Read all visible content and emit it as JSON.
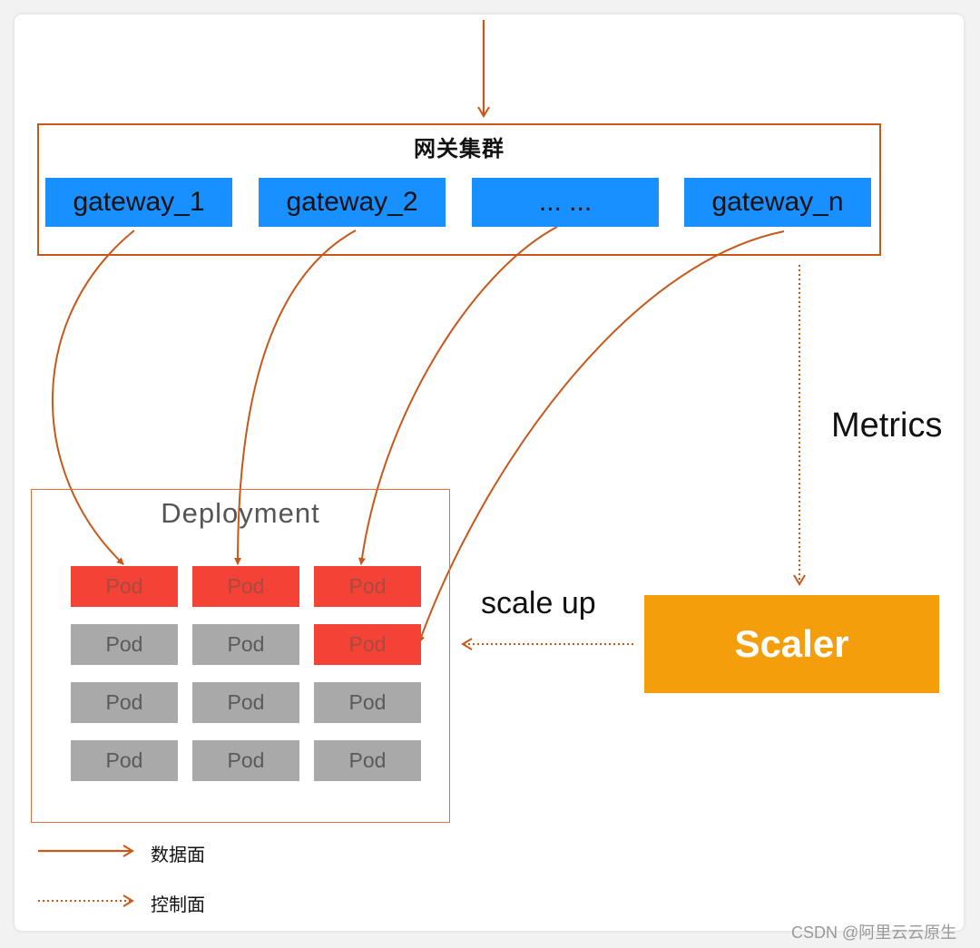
{
  "gateway_cluster": {
    "title": "网关集群",
    "gateways": [
      "gateway_1",
      "gateway_2",
      "... ...",
      "gateway_n"
    ]
  },
  "deployment": {
    "title": "Deployment",
    "pod_label": "Pod",
    "rows": [
      [
        "active",
        "active",
        "active"
      ],
      [
        "idle",
        "idle",
        "active"
      ],
      [
        "idle",
        "idle",
        "idle"
      ],
      [
        "idle",
        "idle",
        "idle"
      ]
    ]
  },
  "scaler": {
    "label": "Scaler"
  },
  "edges": {
    "metrics": "Metrics",
    "scale_up": "scale up"
  },
  "legend": {
    "data_plane": "数据面",
    "control_plane": "控制面"
  },
  "watermark": "CSDN @阿里云云原生",
  "colors": {
    "arrow": "#c8571a",
    "gateway": "#1890ff",
    "pod_active": "#f44336",
    "pod_idle": "#a9a9a9",
    "scaler": "#f59e0b"
  }
}
